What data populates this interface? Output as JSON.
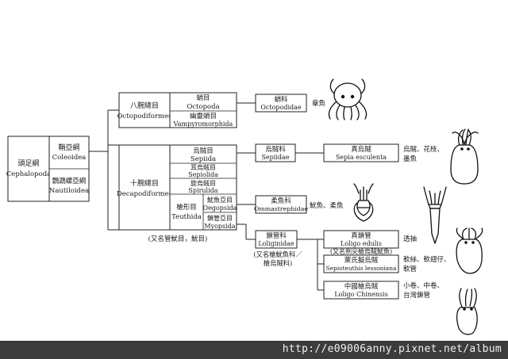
{
  "root": {
    "zh": "頭足綱",
    "en": "Cephalopoda"
  },
  "subclasses": [
    {
      "zh": "鞘亞綱",
      "en": "Coleoidea"
    },
    {
      "zh": "鸚鵡螺亞綱",
      "en": "Nautiloidea"
    }
  ],
  "superorders": [
    {
      "zh": "八腕總目",
      "en": "Octopodiformes"
    },
    {
      "zh": "十腕總目",
      "en": "Decapodiformes"
    }
  ],
  "octo_orders": [
    {
      "zh": "蛸目",
      "en": "Octopoda"
    },
    {
      "zh": "幽靈蛸目",
      "en": "Vampyromorphida"
    }
  ],
  "deca_orders": [
    {
      "zh": "烏賊目",
      "en": "Sepiida"
    },
    {
      "zh": "耳烏賊目",
      "en": "Sepiolida"
    },
    {
      "zh": "旋烏賊目",
      "en": "Spirulida"
    }
  ],
  "teuthida": {
    "zh": "槍形目",
    "en": "Teuthida"
  },
  "suborders": [
    {
      "zh": "魷魚亞目",
      "en": "Oegopsida"
    },
    {
      "zh": "鎖管亞目",
      "en": "Myopsida"
    }
  ],
  "families": {
    "octopodidae": {
      "zh": "蛸科",
      "en": "Octopodidae"
    },
    "sepiidae": {
      "zh": "烏賊科",
      "en": "Sepiidae"
    },
    "ommastrephidae": {
      "zh": "柔魚科",
      "en": "Ommastrephidae"
    },
    "loliginidae": {
      "zh": "鎖管科",
      "en": "Loliginidae"
    }
  },
  "species": {
    "sepia": {
      "zh": "真烏賊",
      "en": "Sepia esculenta"
    },
    "loligo_edulis": {
      "zh": "真鎖管",
      "en": "Loligo edulis"
    },
    "sepioteuthis": {
      "zh": "萊氏擬烏賊",
      "en": "Sepioteuthis lessoniana"
    },
    "loligo_chinensis": {
      "zh": "中國槍烏賊",
      "en": "Loligo Chinensis"
    }
  },
  "notes": {
    "teuthida_alias": "(又名管魷目，魷目)",
    "loliginidae_alias_1": "(又名槍魷魚科／",
    "loliginidae_alias_2": "槍烏賊科)",
    "loligo_edulis_alias": "(又名劍尖槍烏賊魷魚)"
  },
  "common_names": {
    "octopus": "章魚",
    "sepia_1": "烏賊、花枝、",
    "sepia_2": "墨魚",
    "ommastrephidae": "魷魚、柔魚",
    "loligo_edulis": "透抽",
    "sepioteuthis_1": "軟絲、軟翅仔、",
    "sepioteuthis_2": "軟管",
    "loligo_chinensis_1": "小卷、中卷、",
    "loligo_chinensis_2": "台灣鎖管"
  },
  "footer": {
    "url": "http://e09006anny.pixnet.net/album"
  }
}
